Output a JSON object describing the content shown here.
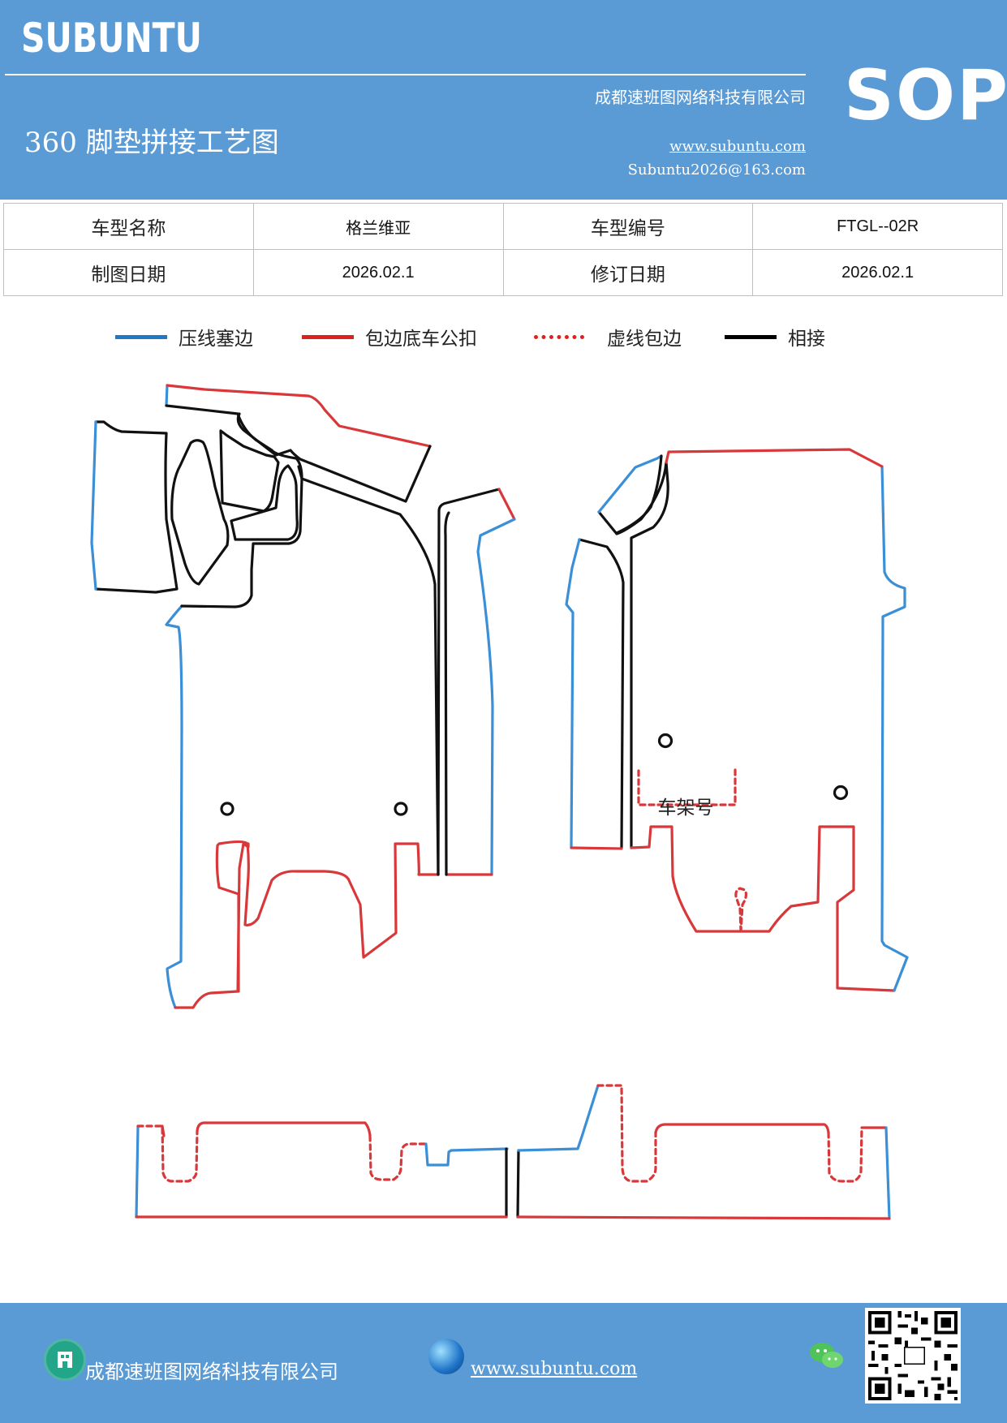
{
  "header": {
    "brand": "SUBUNTU",
    "company": "成都速班图网络科技有限公司",
    "title": "360 脚垫拼接工艺图",
    "website": "www.subuntu.com",
    "email": "Subuntu2026@163.com",
    "badge": "SOP"
  },
  "info_table": {
    "model_name_label": "车型名称",
    "model_name_value": "格兰维亚",
    "model_code_label": "车型编号",
    "model_code_value": "FTGL--02R",
    "draw_date_label": "制图日期",
    "draw_date_value": "2026.02.1",
    "revise_date_label": "修订日期",
    "revise_date_value": "2026.02.1"
  },
  "legend": [
    {
      "label": "压线塞边",
      "color": "#1f78c8",
      "style": "solid"
    },
    {
      "label": "包边底车公扣",
      "color": "#e0201c",
      "style": "solid"
    },
    {
      "label": "虚线包边",
      "color": "#e0201c",
      "style": "dashed"
    },
    {
      "label": "相接",
      "color": "#000000",
      "style": "solid"
    }
  ],
  "drawing": {
    "frame_label": "车架号"
  },
  "footer": {
    "company": "成都速班图网络科技有限公司",
    "website": "www.subuntu.com ",
    "icons": [
      "company-icon",
      "globe-icon",
      "wechat-icon",
      "qr-code"
    ]
  },
  "colors": {
    "header_bg": "#5b9bd5",
    "blue_line": "#3a8fd6",
    "red_line": "#d9383a",
    "black_line": "#111111"
  }
}
